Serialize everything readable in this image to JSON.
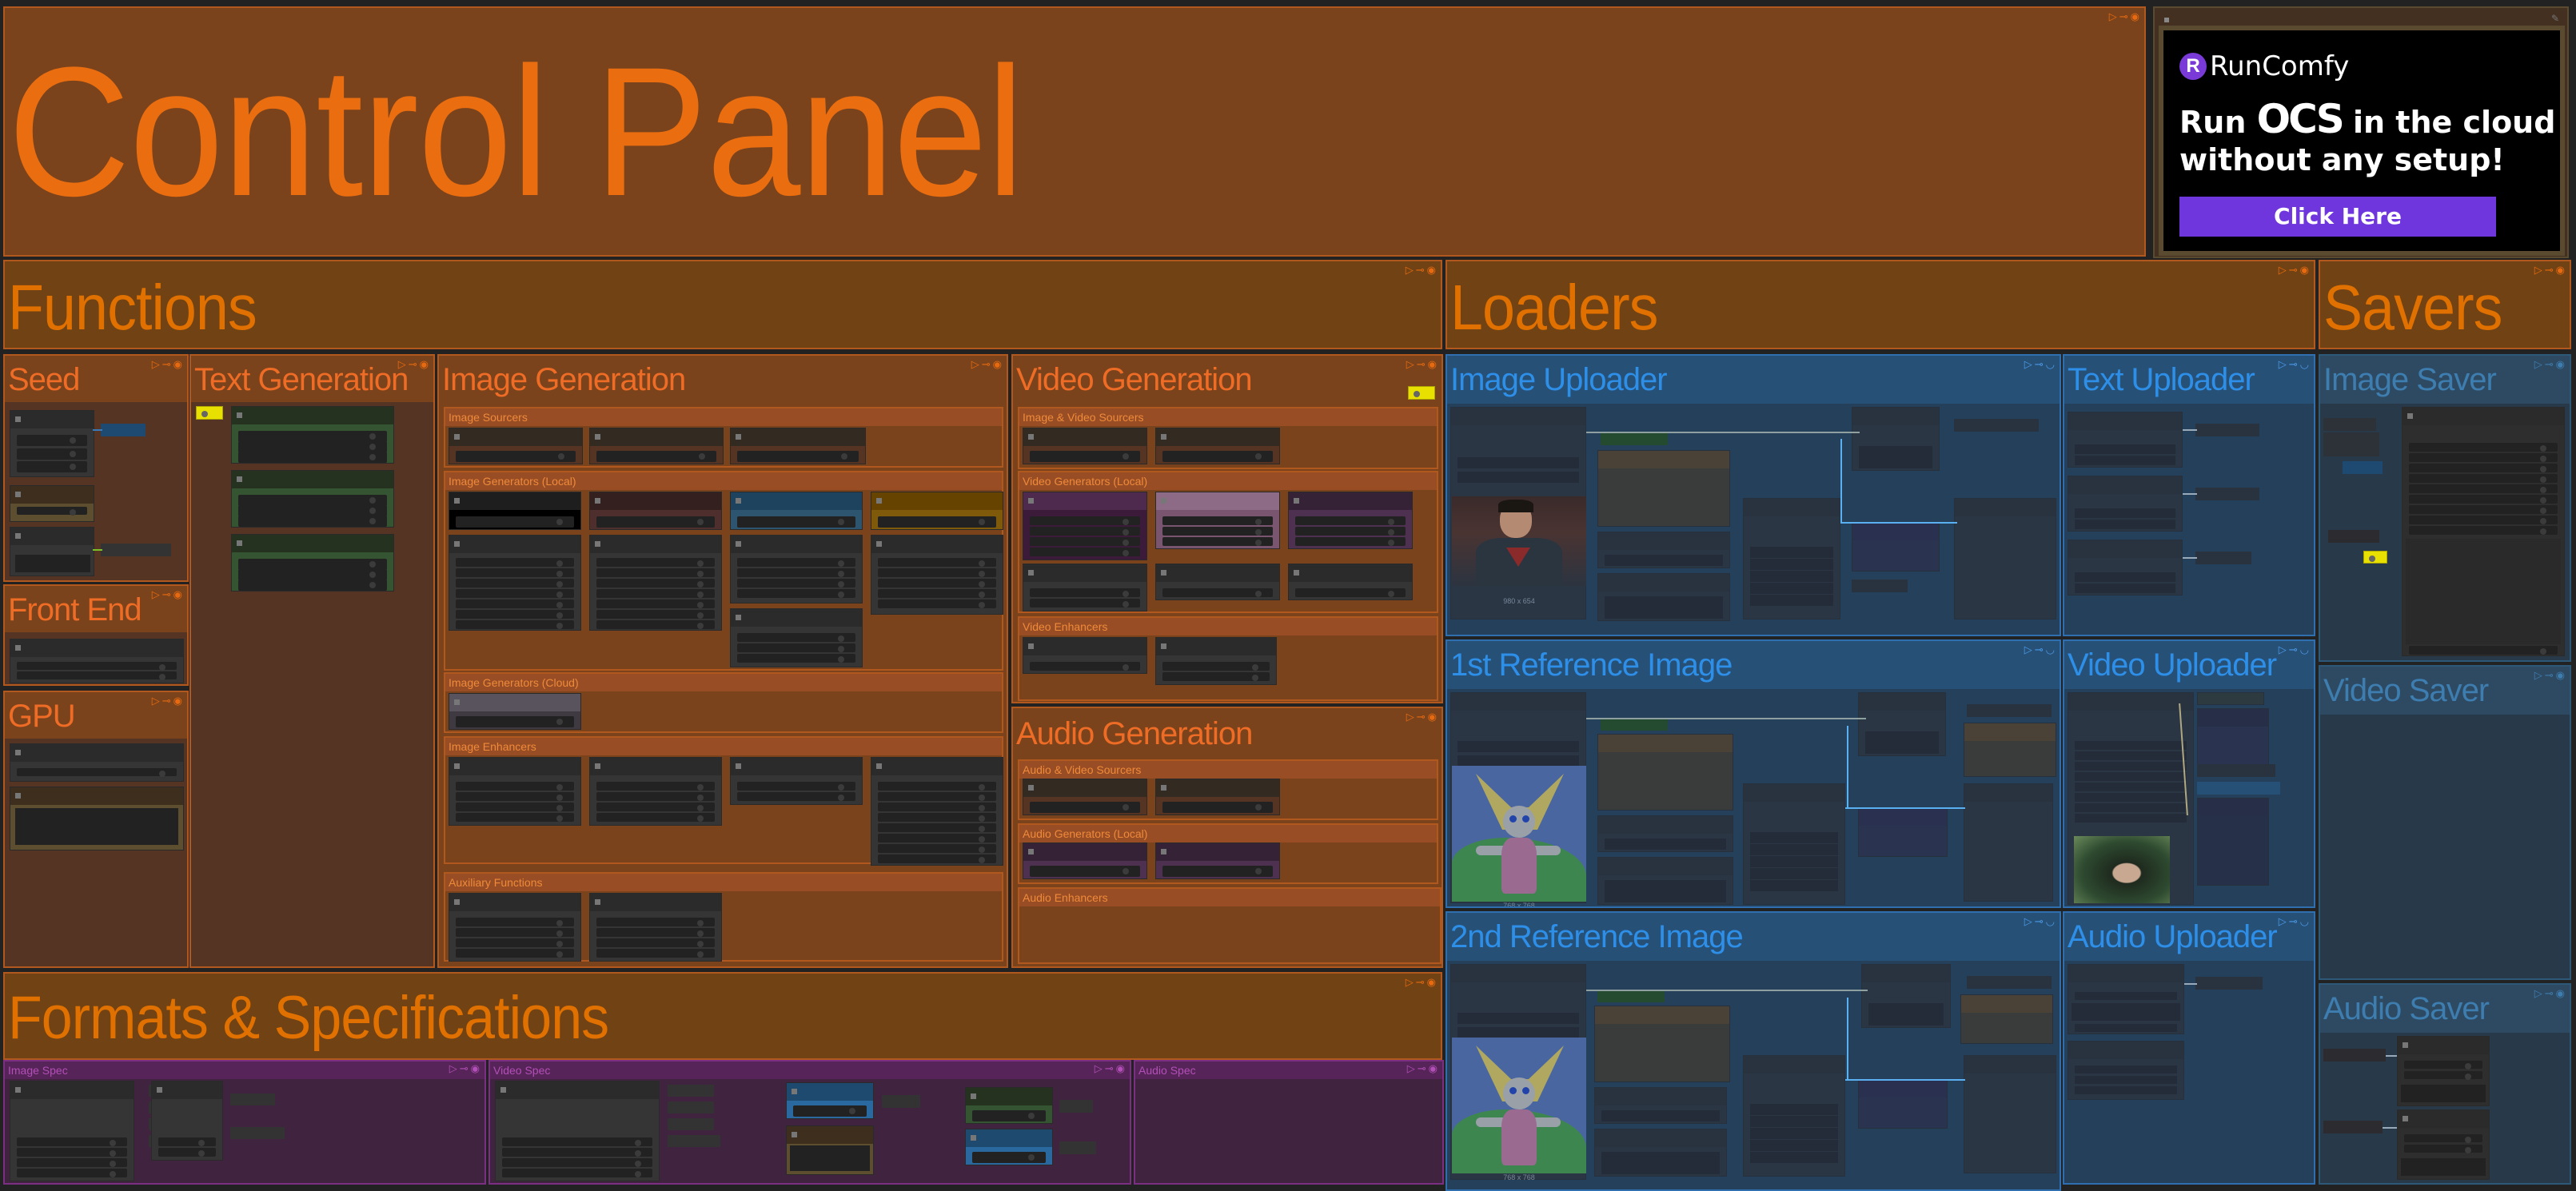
{
  "canvas": {
    "background": "#222222"
  },
  "control_panel": {
    "title": "Control Panel"
  },
  "ad": {
    "brand": "RunComfy",
    "brand_icon": "R",
    "line1_pre": "Run",
    "line1_em": "OCS",
    "line1_post": "in the cloud",
    "line2": "without any setup!",
    "button_label": "Click Here",
    "accent_color": "#6f36dd"
  },
  "sections": {
    "functions": "Functions",
    "loaders": "Loaders",
    "savers": "Savers",
    "formats": "Formats & Specifications"
  },
  "functions": {
    "seed": {
      "title": "Seed"
    },
    "text_generation": {
      "title": "Text Generation"
    },
    "front_end": {
      "title": "Front End"
    },
    "gpu": {
      "title": "GPU"
    },
    "image_generation": {
      "title": "Image Generation",
      "subgroups": [
        "Image Sourcers",
        "Image Generators (Local)",
        "Image Generators (Cloud)",
        "Image Enhancers",
        "Auxiliary Functions"
      ]
    },
    "video_generation": {
      "title": "Video Generation",
      "subgroups": [
        "Image & Video Sourcers",
        "Video Generators (Local)",
        "Video Enhancers"
      ]
    },
    "audio_generation": {
      "title": "Audio Generation",
      "subgroups": [
        "Audio & Video Sourcers",
        "Audio Generators (Local)",
        "Audio Enhancers"
      ]
    }
  },
  "loaders": {
    "image_uploader": {
      "title": "Image Uploader",
      "image_dims": "980 x 654",
      "image_subject": "superhero-portrait"
    },
    "text_uploader": {
      "title": "Text Uploader"
    },
    "first_reference": {
      "title": "1st Reference Image",
      "image_dims": "768 x 768",
      "image_subject": "child-drawing"
    },
    "video_uploader": {
      "title": "Video Uploader",
      "image_subject": "medusa-portrait"
    },
    "second_reference": {
      "title": "2nd Reference Image",
      "image_dims": "768 x 768",
      "image_subject": "child-drawing"
    },
    "audio_uploader": {
      "title": "Audio Uploader"
    }
  },
  "savers": {
    "image_saver": {
      "title": "Image Saver"
    },
    "video_saver": {
      "title": "Video Saver"
    },
    "audio_saver": {
      "title": "Audio Saver"
    }
  },
  "formats": {
    "image_spec": {
      "title": "Image Spec"
    },
    "video_spec": {
      "title": "Video Spec"
    },
    "audio_spec": {
      "title": "Audio Spec"
    }
  },
  "group_controls": {
    "play": "▷",
    "pin": "⊸",
    "eye": "◉"
  }
}
